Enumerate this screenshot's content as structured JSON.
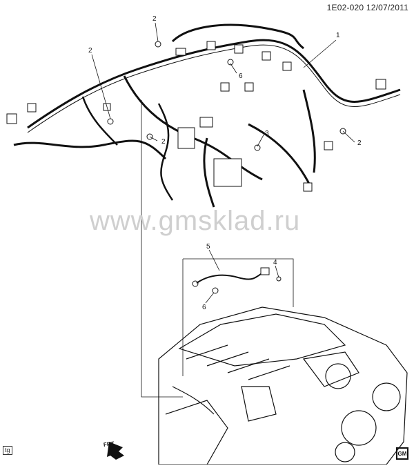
{
  "header": {
    "diagram_code": "1E02-020",
    "date": "12/07/2011"
  },
  "watermark": "www.gmsklad.ru",
  "fig_tag": "tg",
  "front_arrow": "FRT",
  "logo": "GM",
  "callouts": [
    "1",
    "2",
    "2",
    "2",
    "2",
    "3",
    "4",
    "5",
    "6",
    "6"
  ]
}
